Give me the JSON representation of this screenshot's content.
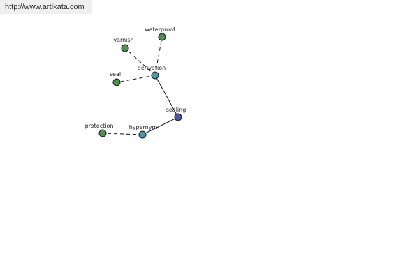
{
  "source_link": "http://www.artikata.com",
  "graph": {
    "center": "sealing",
    "nodes": [
      {
        "id": "sealing",
        "label": "sealing",
        "role": "center",
        "color": "#4a5aa8"
      },
      {
        "id": "derivation",
        "label": "derivation",
        "role": "relation",
        "color": "#4a9aa8"
      },
      {
        "id": "hypernym",
        "label": "hypernym",
        "role": "relation",
        "color": "#4a9aa8"
      },
      {
        "id": "varnish",
        "label": "varnish",
        "role": "word",
        "color": "#4f8f4f"
      },
      {
        "id": "waterproof",
        "label": "waterproof",
        "role": "word",
        "color": "#4f8f4f"
      },
      {
        "id": "seal",
        "label": "seal",
        "role": "word",
        "color": "#4f8f4f"
      },
      {
        "id": "protection",
        "label": "protection",
        "role": "word",
        "color": "#4f8f4f"
      }
    ],
    "edges": [
      {
        "from": "sealing",
        "to": "derivation",
        "style": "solid"
      },
      {
        "from": "sealing",
        "to": "hypernym",
        "style": "solid"
      },
      {
        "from": "derivation",
        "to": "varnish",
        "style": "dashed"
      },
      {
        "from": "derivation",
        "to": "waterproof",
        "style": "dashed"
      },
      {
        "from": "derivation",
        "to": "seal",
        "style": "dashed"
      },
      {
        "from": "hypernym",
        "to": "protection",
        "style": "dashed"
      }
    ]
  }
}
